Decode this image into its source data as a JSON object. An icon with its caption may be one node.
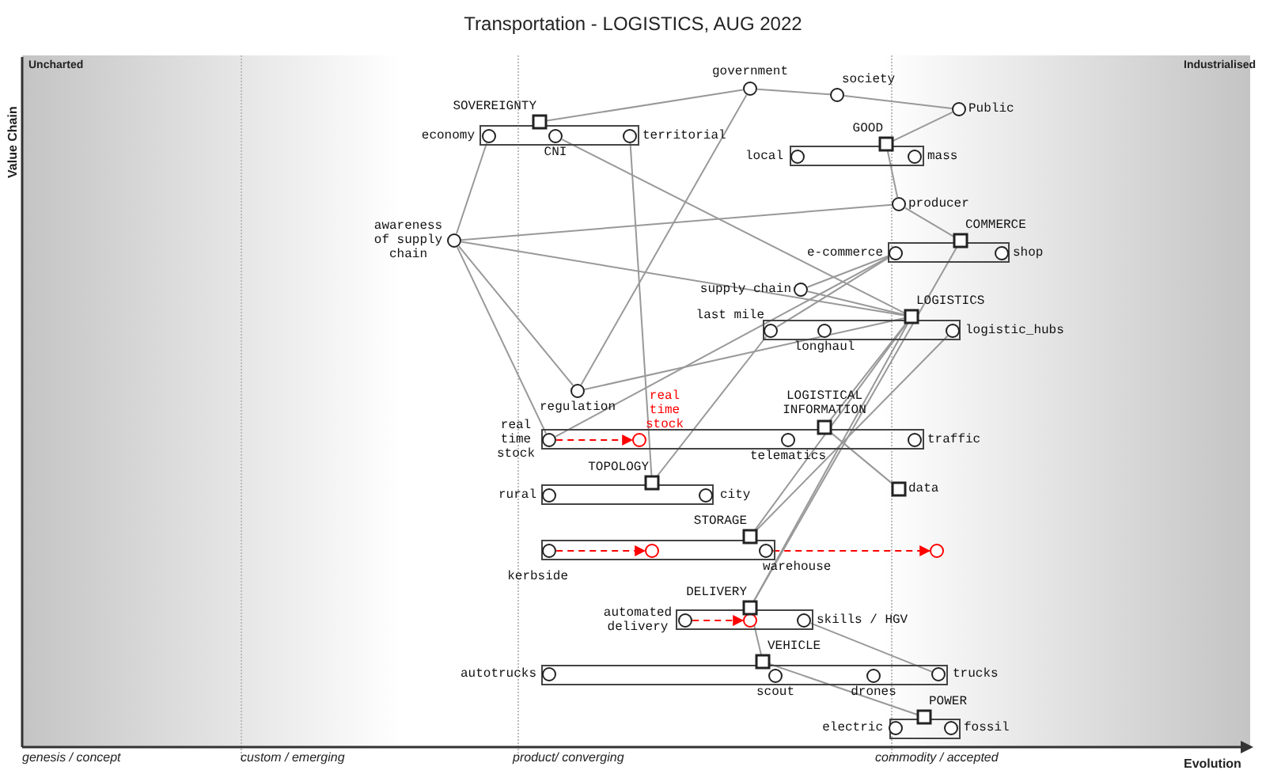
{
  "diagram": {
    "title": "Transportation - LOGISTICS, AUG 2022",
    "nodes": [
      {
        "text": [
          "government"
        ]
      },
      {
        "text": [
          "society"
        ]
      },
      {
        "text": [
          "Public"
        ]
      },
      {
        "text": [
          "SOVEREIGNTY"
        ]
      },
      {
        "text": [],
        "shape": "box"
      },
      {
        "text": [
          "economy"
        ],
        "in": 4
      },
      {
        "text": [
          "CNI"
        ],
        "in": 4
      },
      {
        "text": [
          "territorial"
        ],
        "in": 4
      },
      {
        "text": [
          "GOOD"
        ]
      },
      {
        "text": [],
        "shape": "box"
      },
      {
        "text": [
          "local"
        ],
        "in": 9
      },
      {
        "text": [
          "mass"
        ],
        "in": 9
      },
      {
        "text": [
          "producer"
        ]
      },
      {
        "text": [
          "awareness of supply chain"
        ]
      },
      {
        "text": [
          "COMMERCE"
        ]
      },
      {
        "text": [],
        "shape": "box"
      },
      {
        "text": [
          "e-commerce"
        ],
        "in": 15
      },
      {
        "text": [
          "shop"
        ],
        "in": 15
      },
      {
        "text": [
          "supply chain"
        ]
      },
      {
        "text": [
          "LOGISTICS"
        ]
      },
      {
        "text": [],
        "shape": "box"
      },
      {
        "text": [
          "last mile"
        ],
        "in": 20
      },
      {
        "text": [
          "longhaul"
        ],
        "in": 20
      },
      {
        "text": [
          "logistic_hubs"
        ],
        "in": 20
      },
      {
        "text": [
          "regulation"
        ]
      },
      {
        "text": [
          "LOGISTICAL INFORMATION"
        ]
      },
      {
        "text": [],
        "shape": "box"
      },
      {
        "text": [
          "real time stock"
        ],
        "in": 26
      },
      {
        "text": [
          "real time stock"
        ],
        "in": 26
      },
      {
        "text": [
          "telematics"
        ],
        "in": 26
      },
      {
        "text": [
          "traffic"
        ],
        "in": 26
      },
      {
        "text": [
          "TOPOLOGY"
        ]
      },
      {
        "text": [
          "data"
        ]
      },
      {
        "text": [],
        "shape": "box"
      },
      {
        "text": [
          "rural"
        ],
        "in": 33
      },
      {
        "text": [
          "city"
        ],
        "in": 33
      },
      {
        "text": [
          "STORAGE"
        ]
      },
      {
        "text": [],
        "shape": "box"
      },
      {
        "text": [
          "kerbside"
        ],
        "in": 37
      },
      {
        "text": [],
        "shape": "circle",
        "in": 37
      },
      {
        "text": [
          "warehouse"
        ],
        "in": 37
      },
      {
        "text": [],
        "shape": "circle"
      },
      {
        "text": [
          "DELIVERY"
        ]
      },
      {
        "text": [],
        "shape": "box"
      },
      {
        "text": [
          "automated delivery"
        ],
        "in": 43
      },
      {
        "text": [],
        "shape": "circle",
        "in": 43
      },
      {
        "text": [
          "skills / HGV"
        ],
        "in": 43
      },
      {
        "text": [
          "VEHICLE"
        ]
      },
      {
        "text": [],
        "shape": "box"
      },
      {
        "text": [
          "autotrucks"
        ],
        "in": 48
      },
      {
        "text": [
          "scout"
        ],
        "in": 48
      },
      {
        "text": [
          "drones"
        ],
        "in": 48
      },
      {
        "text": [
          "trucks"
        ],
        "in": 48
      },
      {
        "text": [
          "POWER"
        ]
      },
      {
        "text": [],
        "shape": "box"
      },
      {
        "text": [
          "electric"
        ],
        "in": 54
      },
      {
        "text": [
          "fossil"
        ],
        "in": 54
      }
    ],
    "edges": [
      {
        "from": 3,
        "to": 0,
        "arrow": "none"
      },
      {
        "from": 0,
        "to": 1,
        "arrow": "none"
      },
      {
        "from": 1,
        "to": 2,
        "arrow": "none"
      },
      {
        "from": 2,
        "to": 8,
        "arrow": "none"
      },
      {
        "from": 0,
        "to": 24,
        "arrow": "none"
      },
      {
        "from": 7,
        "to": 31,
        "arrow": "none"
      },
      {
        "from": 5,
        "to": 13,
        "arrow": "none"
      },
      {
        "from": 6,
        "to": 19,
        "arrow": "none"
      },
      {
        "from": 8,
        "to": 12,
        "arrow": "none"
      },
      {
        "from": 12,
        "to": 14,
        "arrow": "none"
      },
      {
        "from": 13,
        "to": 12,
        "arrow": "none"
      },
      {
        "from": 13,
        "to": 19,
        "arrow": "none"
      },
      {
        "from": 13,
        "to": 27,
        "arrow": "none"
      },
      {
        "from": 13,
        "to": 24,
        "arrow": "none"
      },
      {
        "from": 24,
        "to": 19,
        "arrow": "none"
      },
      {
        "from": 27,
        "to": 16,
        "arrow": "none"
      },
      {
        "from": 21,
        "to": 16,
        "arrow": "none"
      },
      {
        "from": 18,
        "to": 16,
        "arrow": "none"
      },
      {
        "from": 18,
        "to": 19,
        "arrow": "none"
      },
      {
        "from": 31,
        "to": 21,
        "arrow": "none"
      },
      {
        "from": 19,
        "to": 36,
        "arrow": "none"
      },
      {
        "from": 19,
        "to": 42,
        "arrow": "none"
      },
      {
        "from": 14,
        "to": 42,
        "arrow": "none"
      },
      {
        "from": 23,
        "to": 36,
        "arrow": "none"
      },
      {
        "from": 19,
        "to": 25,
        "arrow": "none"
      },
      {
        "from": 25,
        "to": 32,
        "arrow": "none"
      },
      {
        "from": 42,
        "to": 47,
        "arrow": "none"
      },
      {
        "from": 46,
        "to": 52,
        "arrow": "none"
      },
      {
        "from": 47,
        "to": 53,
        "arrow": "none"
      },
      {
        "from": 27,
        "to": 28,
        "arrow": "to",
        "style": "dashed",
        "color": "#ff0000"
      },
      {
        "from": 38,
        "to": 39,
        "arrow": "to",
        "style": "dashed",
        "color": "#ff0000"
      },
      {
        "from": 40,
        "to": 41,
        "arrow": "to",
        "style": "dashed",
        "color": "#ff0000"
      },
      {
        "from": 44,
        "to": 45,
        "arrow": "to",
        "style": "dashed",
        "color": "#ff0000"
      }
    ],
    "labels": [
      "Value Chain",
      "Uncharted",
      "Industrialised",
      "genesis / concept",
      "custom / emerging",
      "product/ converging",
      "commodity / accepted",
      "Evolution"
    ]
  }
}
